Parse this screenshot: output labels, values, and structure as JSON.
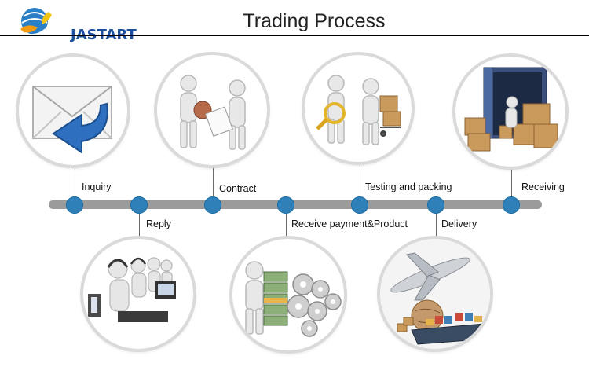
{
  "header": {
    "logo_text": "JASTART",
    "title": "Trading Process"
  },
  "steps": [
    {
      "label": "Inquiry"
    },
    {
      "label": "Reply"
    },
    {
      "label": "Contract"
    },
    {
      "label": "Receive payment&Product"
    },
    {
      "label": "Testing and packing"
    },
    {
      "label": "Delivery"
    },
    {
      "label": "Receiving"
    }
  ],
  "colors": {
    "brand_blue": "#1c4fa0",
    "dot_blue": "#2f7fb9",
    "timeline_gray": "#9b9b9b"
  }
}
